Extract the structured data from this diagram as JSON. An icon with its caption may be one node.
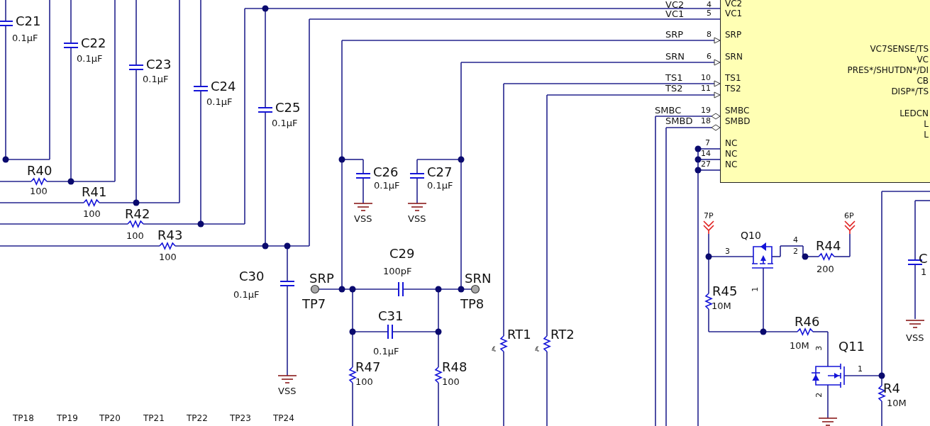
{
  "diagram": {
    "nodes": [
      {
        "text": [
          "VC2",
          "VC1",
          "SRP",
          "SRN",
          "TS1",
          "TS2",
          "SMBC",
          "SMBD",
          "NC",
          "NC",
          "NC",
          "VC7SENSE/TS",
          "VC",
          "PRES*/SHUTDN*/DI",
          "CB",
          "DISP*/TS",
          "LEDCN",
          "L",
          "L"
        ]
      }
    ],
    "labels": [
      "C21",
      "0.1µF",
      "C22",
      "0.1µF",
      "C23",
      "0.1µF",
      "C24",
      "0.1µF",
      "C25",
      "0.1µF",
      "R40",
      "100",
      "R41",
      "100",
      "R42",
      "100",
      "R43",
      "100",
      "VC2",
      "4",
      "VC1",
      "5",
      "SRP",
      "8",
      "SRN",
      "6",
      "TS1",
      "10",
      "TS2",
      "11",
      "SMBC",
      "19",
      "SMBD",
      "18",
      "7",
      "14",
      "27",
      "C26",
      "0.1µF",
      "C27",
      "0.1µF",
      "VSS",
      "VSS",
      "C29",
      "100pF",
      "C30",
      "SRP",
      "SRN",
      "0.1µF",
      "TP7",
      "TP8",
      "C31",
      "0.1µF",
      "RT1",
      "RT2",
      "R47",
      "100",
      "R48",
      "100",
      "VSS",
      "7P",
      "6P",
      "Q10",
      "3",
      "4",
      "2",
      "R44",
      "200",
      "C",
      "1",
      "R45",
      "10M",
      "1",
      "R46",
      "10M",
      "VSS",
      "Q11",
      "3",
      "1",
      "R4",
      "10M",
      "2",
      "TP18",
      "TP19",
      "TP20",
      "TP21",
      "TP22",
      "TP23",
      "TP24"
    ]
  }
}
